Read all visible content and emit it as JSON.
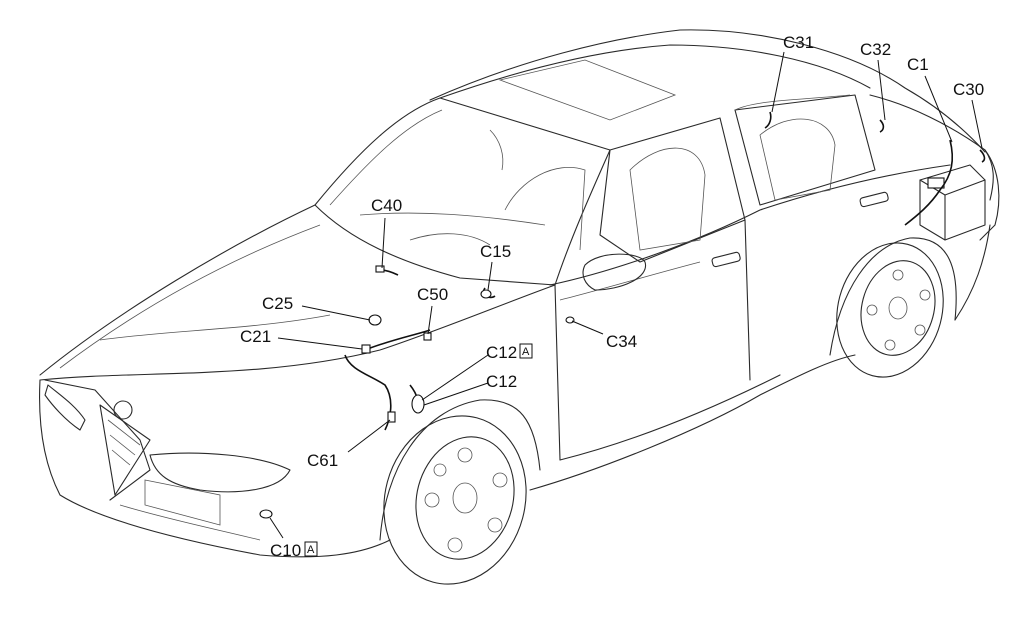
{
  "connectors": [
    {
      "id": "c31",
      "label": "C31"
    },
    {
      "id": "c32",
      "label": "C32"
    },
    {
      "id": "c1",
      "label": "C1"
    },
    {
      "id": "c30",
      "label": "C30"
    },
    {
      "id": "c40",
      "label": "C40"
    },
    {
      "id": "c15",
      "label": "C15"
    },
    {
      "id": "c25",
      "label": "C25"
    },
    {
      "id": "c50",
      "label": "C50"
    },
    {
      "id": "c21",
      "label": "C21"
    },
    {
      "id": "c34",
      "label": "C34"
    },
    {
      "id": "c12a",
      "label": "C12",
      "suffix": "A"
    },
    {
      "id": "c12",
      "label": "C12"
    },
    {
      "id": "c61",
      "label": "C61"
    },
    {
      "id": "c10a",
      "label": "C10",
      "suffix": "A"
    }
  ]
}
